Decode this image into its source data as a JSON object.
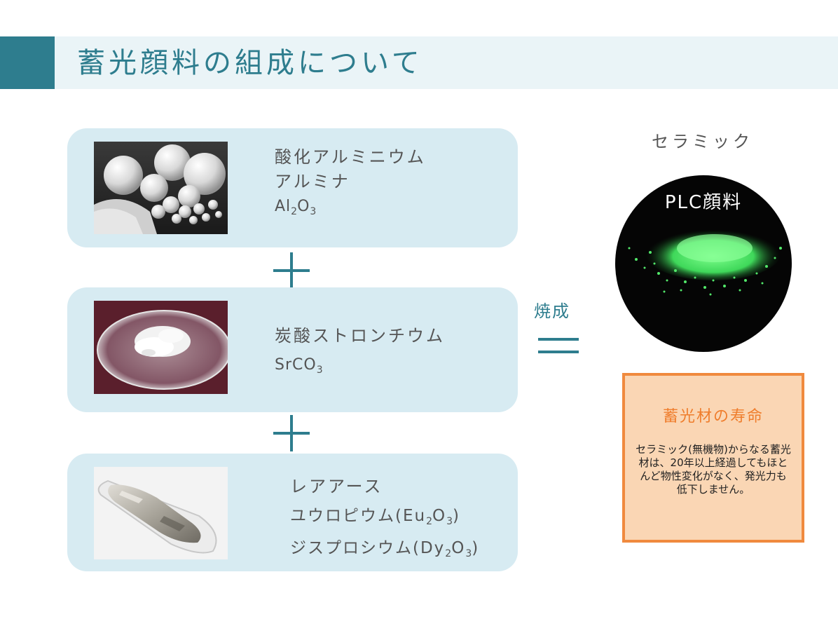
{
  "header": {
    "title": "蓄光顔料の組成について"
  },
  "components": [
    {
      "lines": [
        "酸化アルミニウム",
        "アルミナ"
      ],
      "formula": {
        "a": "Al",
        "s1": "2",
        "b": "O",
        "s2": "3"
      }
    },
    {
      "lines": [
        "炭酸ストロンチウム"
      ],
      "formula": {
        "a": "SrCO",
        "s1": "3"
      }
    },
    {
      "lines": [
        "レアアース"
      ],
      "formula_lines": [
        {
          "pre": "ユウロピウム(Eu",
          "s1": "2",
          "mid": "O",
          "s2": "3",
          "post": ")"
        },
        {
          "pre": "ジスプロシウム(Dy",
          "s1": "2",
          "mid": "O",
          "s2": "3",
          "post": ")"
        }
      ]
    }
  ],
  "process": {
    "firing_label": "焼成"
  },
  "result": {
    "ceramic_label": "セラミック",
    "pigment_label": "PLC顔料"
  },
  "lifespan": {
    "title": "蓄光材の寿命",
    "body": "セラミック(無機物)からなる蓄光材は、20年以上経過してもほとんど物性変化がなく、発光力も低下しません。"
  },
  "colors": {
    "accent": "#2e7d8e",
    "header_band": "#eaf4f7",
    "component_box": "#d7ebf2",
    "lifespan_border": "#f08a3e",
    "lifespan_fill": "#fad6b4",
    "lifespan_title": "#ef7d2c"
  }
}
